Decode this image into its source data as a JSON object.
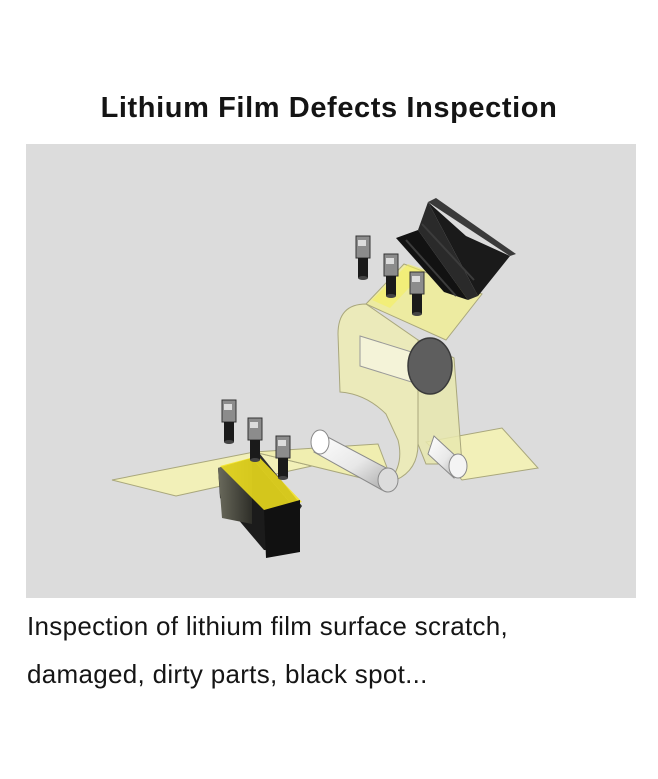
{
  "title": "Lithium Film Defects Inspection",
  "caption": {
    "line1": "Inspection of lithium film surface scratch,",
    "line2": "damaged, dirty parts, black spot..."
  },
  "colors": {
    "background": "#ffffff",
    "panel": "#dcdcdc",
    "film": "#f2f0b8",
    "highlight": "#f4e41c",
    "roller": "#f4f4f4",
    "block": "#1a1a1a"
  },
  "icons": [
    "camera-icon",
    "roller-icon",
    "light-bar-icon"
  ]
}
